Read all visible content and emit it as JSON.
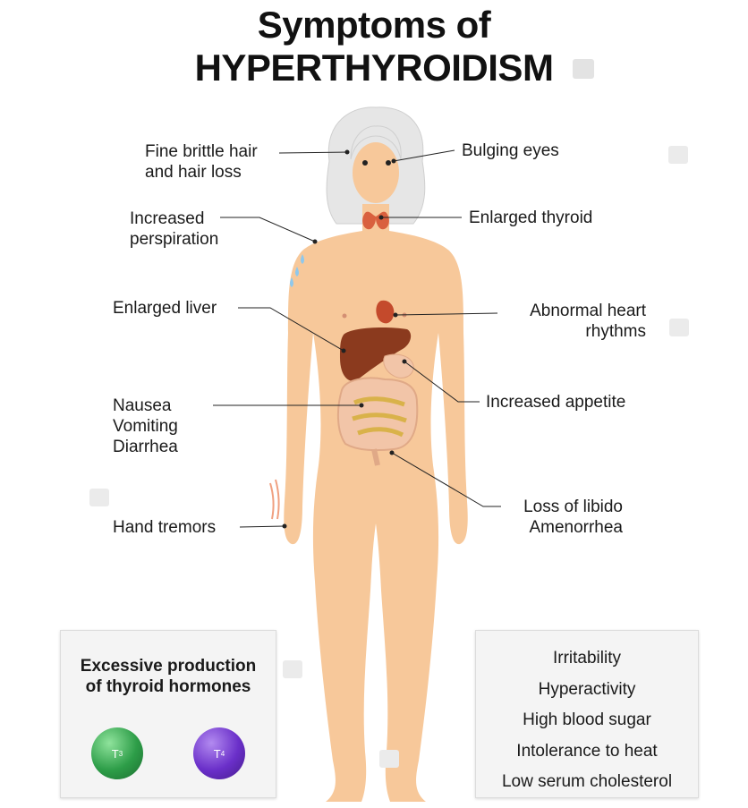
{
  "title": {
    "line1": "Symptoms of",
    "line2": "HYPERTHYROIDISM"
  },
  "labels": {
    "hair": "Fine brittle hair\nand hair loss",
    "eyes": "Bulging eyes",
    "perspiration": "Increased\nperspiration",
    "thyroid": "Enlarged thyroid",
    "liver": "Enlarged liver",
    "heart": "Abnormal heart\nrhythms",
    "appetite": "Increased appetite",
    "nausea": "Nausea\nVomiting\nDiarrhea",
    "libido": "Loss of libido\nAmenorrhea",
    "tremors": "Hand tremors"
  },
  "left_box": {
    "heading": "Excessive production\nof thyroid hormones",
    "hormones": [
      {
        "base": "T",
        "sub": "3",
        "color": "#2d9d48"
      },
      {
        "base": "T",
        "sub": "4",
        "color": "#6a2fc9"
      }
    ]
  },
  "right_box": {
    "items": [
      "Irritability",
      "Hyperactivity",
      "High blood sugar",
      "Intolerance to heat",
      "Low serum cholesterol"
    ]
  },
  "colors": {
    "skin": "#f7c89a",
    "hair": "#e6e6e6",
    "liver": "#8b3a1e",
    "intestine": "#f2c5a8",
    "thyroid": "#d9603e"
  }
}
